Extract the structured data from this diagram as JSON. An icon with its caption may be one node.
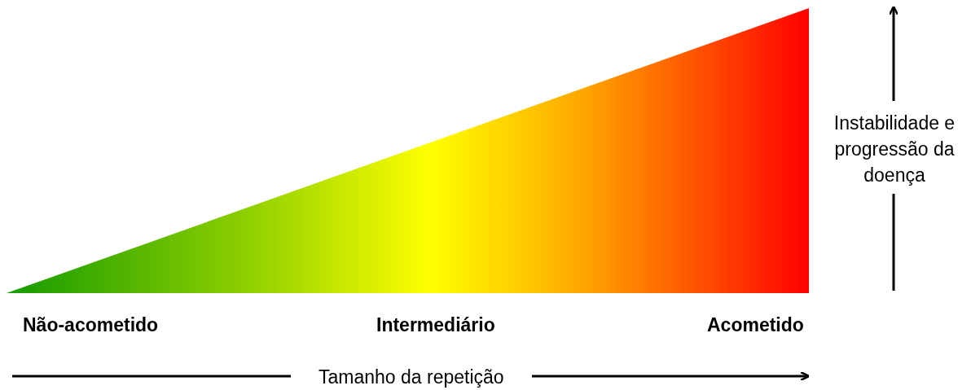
{
  "diagram": {
    "labels": [
      "Não-acometido",
      "Intermediário",
      "Acometido",
      "Tamanho da repetição",
      "Instabilidade e progressão da doença"
    ]
  }
}
